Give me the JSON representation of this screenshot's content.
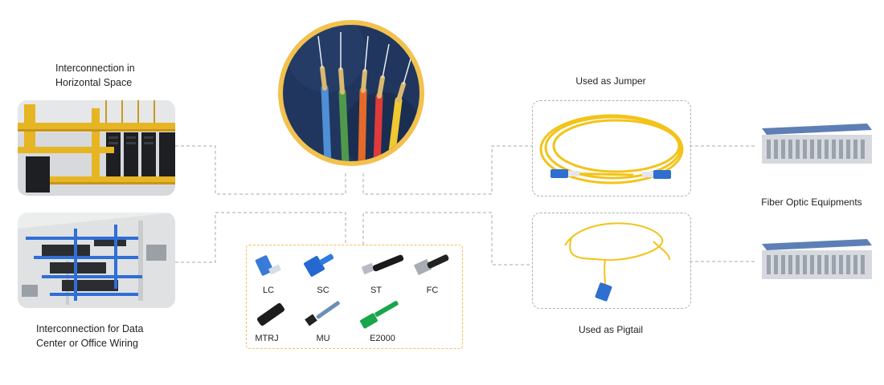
{
  "left_top": {
    "caption_line1": "Interconnection in",
    "caption_line2": "Horizontal Space"
  },
  "left_bottom": {
    "caption_line1": "Interconnection for Data",
    "caption_line2": "Center or Office Wiring"
  },
  "connectors": [
    {
      "label": "LC"
    },
    {
      "label": "SC"
    },
    {
      "label": "ST"
    },
    {
      "label": "FC"
    },
    {
      "label": "MTRJ"
    },
    {
      "label": "MU"
    },
    {
      "label": "E2000"
    }
  ],
  "right": {
    "jumper_label": "Used as Jumper",
    "pigtail_label": "Used as Pigtail",
    "equipment_label": "Fiber Optic Equipments"
  },
  "colors": {
    "accent": "#f2c14e",
    "dashed_line": "#a0a0a0",
    "fiber_yellow": "#f2c31a",
    "connector_blue": "#2e6fd0"
  }
}
